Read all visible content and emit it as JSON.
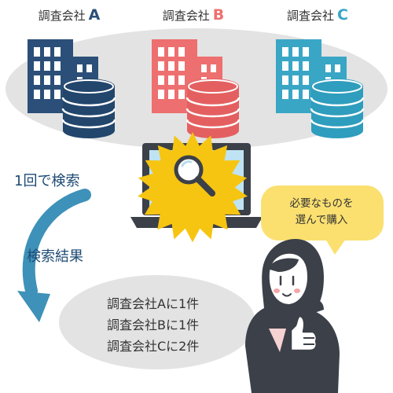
{
  "companies": [
    {
      "label": "調査会社",
      "letter": "A",
      "color": "#2b4f78",
      "accent": "#22466c"
    },
    {
      "label": "調査会社",
      "letter": "B",
      "color": "#ee6f6f",
      "accent": "#e46060"
    },
    {
      "label": "調査会社",
      "letter": "C",
      "color": "#3aa6c6",
      "accent": "#2f9dbd"
    }
  ],
  "steps": {
    "search": "1回で検索",
    "results": "検索結果"
  },
  "results": [
    "調査会社Aに1件",
    "調査会社Bに1件",
    "調査会社Cに2件"
  ],
  "bubble": {
    "lines": [
      "必要なものを",
      "選んで購入"
    ]
  },
  "icons": [
    "building-icon",
    "database-icon",
    "laptop-icon",
    "magnifier-icon",
    "thumbs-up-icon"
  ],
  "colors": {
    "ellipse": "#e3e3e3",
    "bubble": "#fbe070",
    "burst": "#f6c511",
    "arrow": "#3e91b8",
    "laptop": "#3c4049",
    "person": "#3c4049"
  }
}
